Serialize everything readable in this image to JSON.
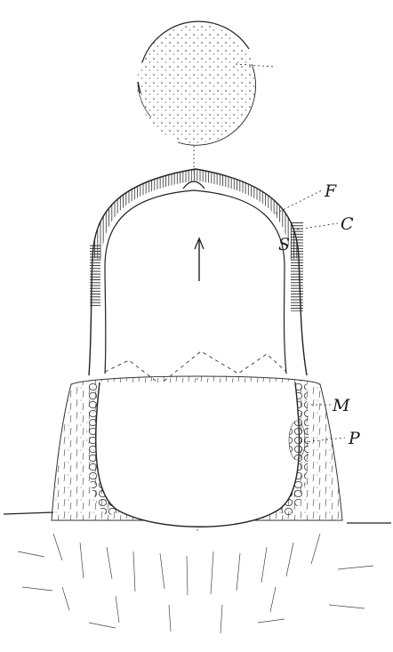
{
  "figure": {
    "labels": {
      "s": "S",
      "f": "F",
      "c": "C",
      "m": "M",
      "p": "P"
    },
    "ink_color": "#1a1a1a",
    "background": "#ffffff"
  }
}
